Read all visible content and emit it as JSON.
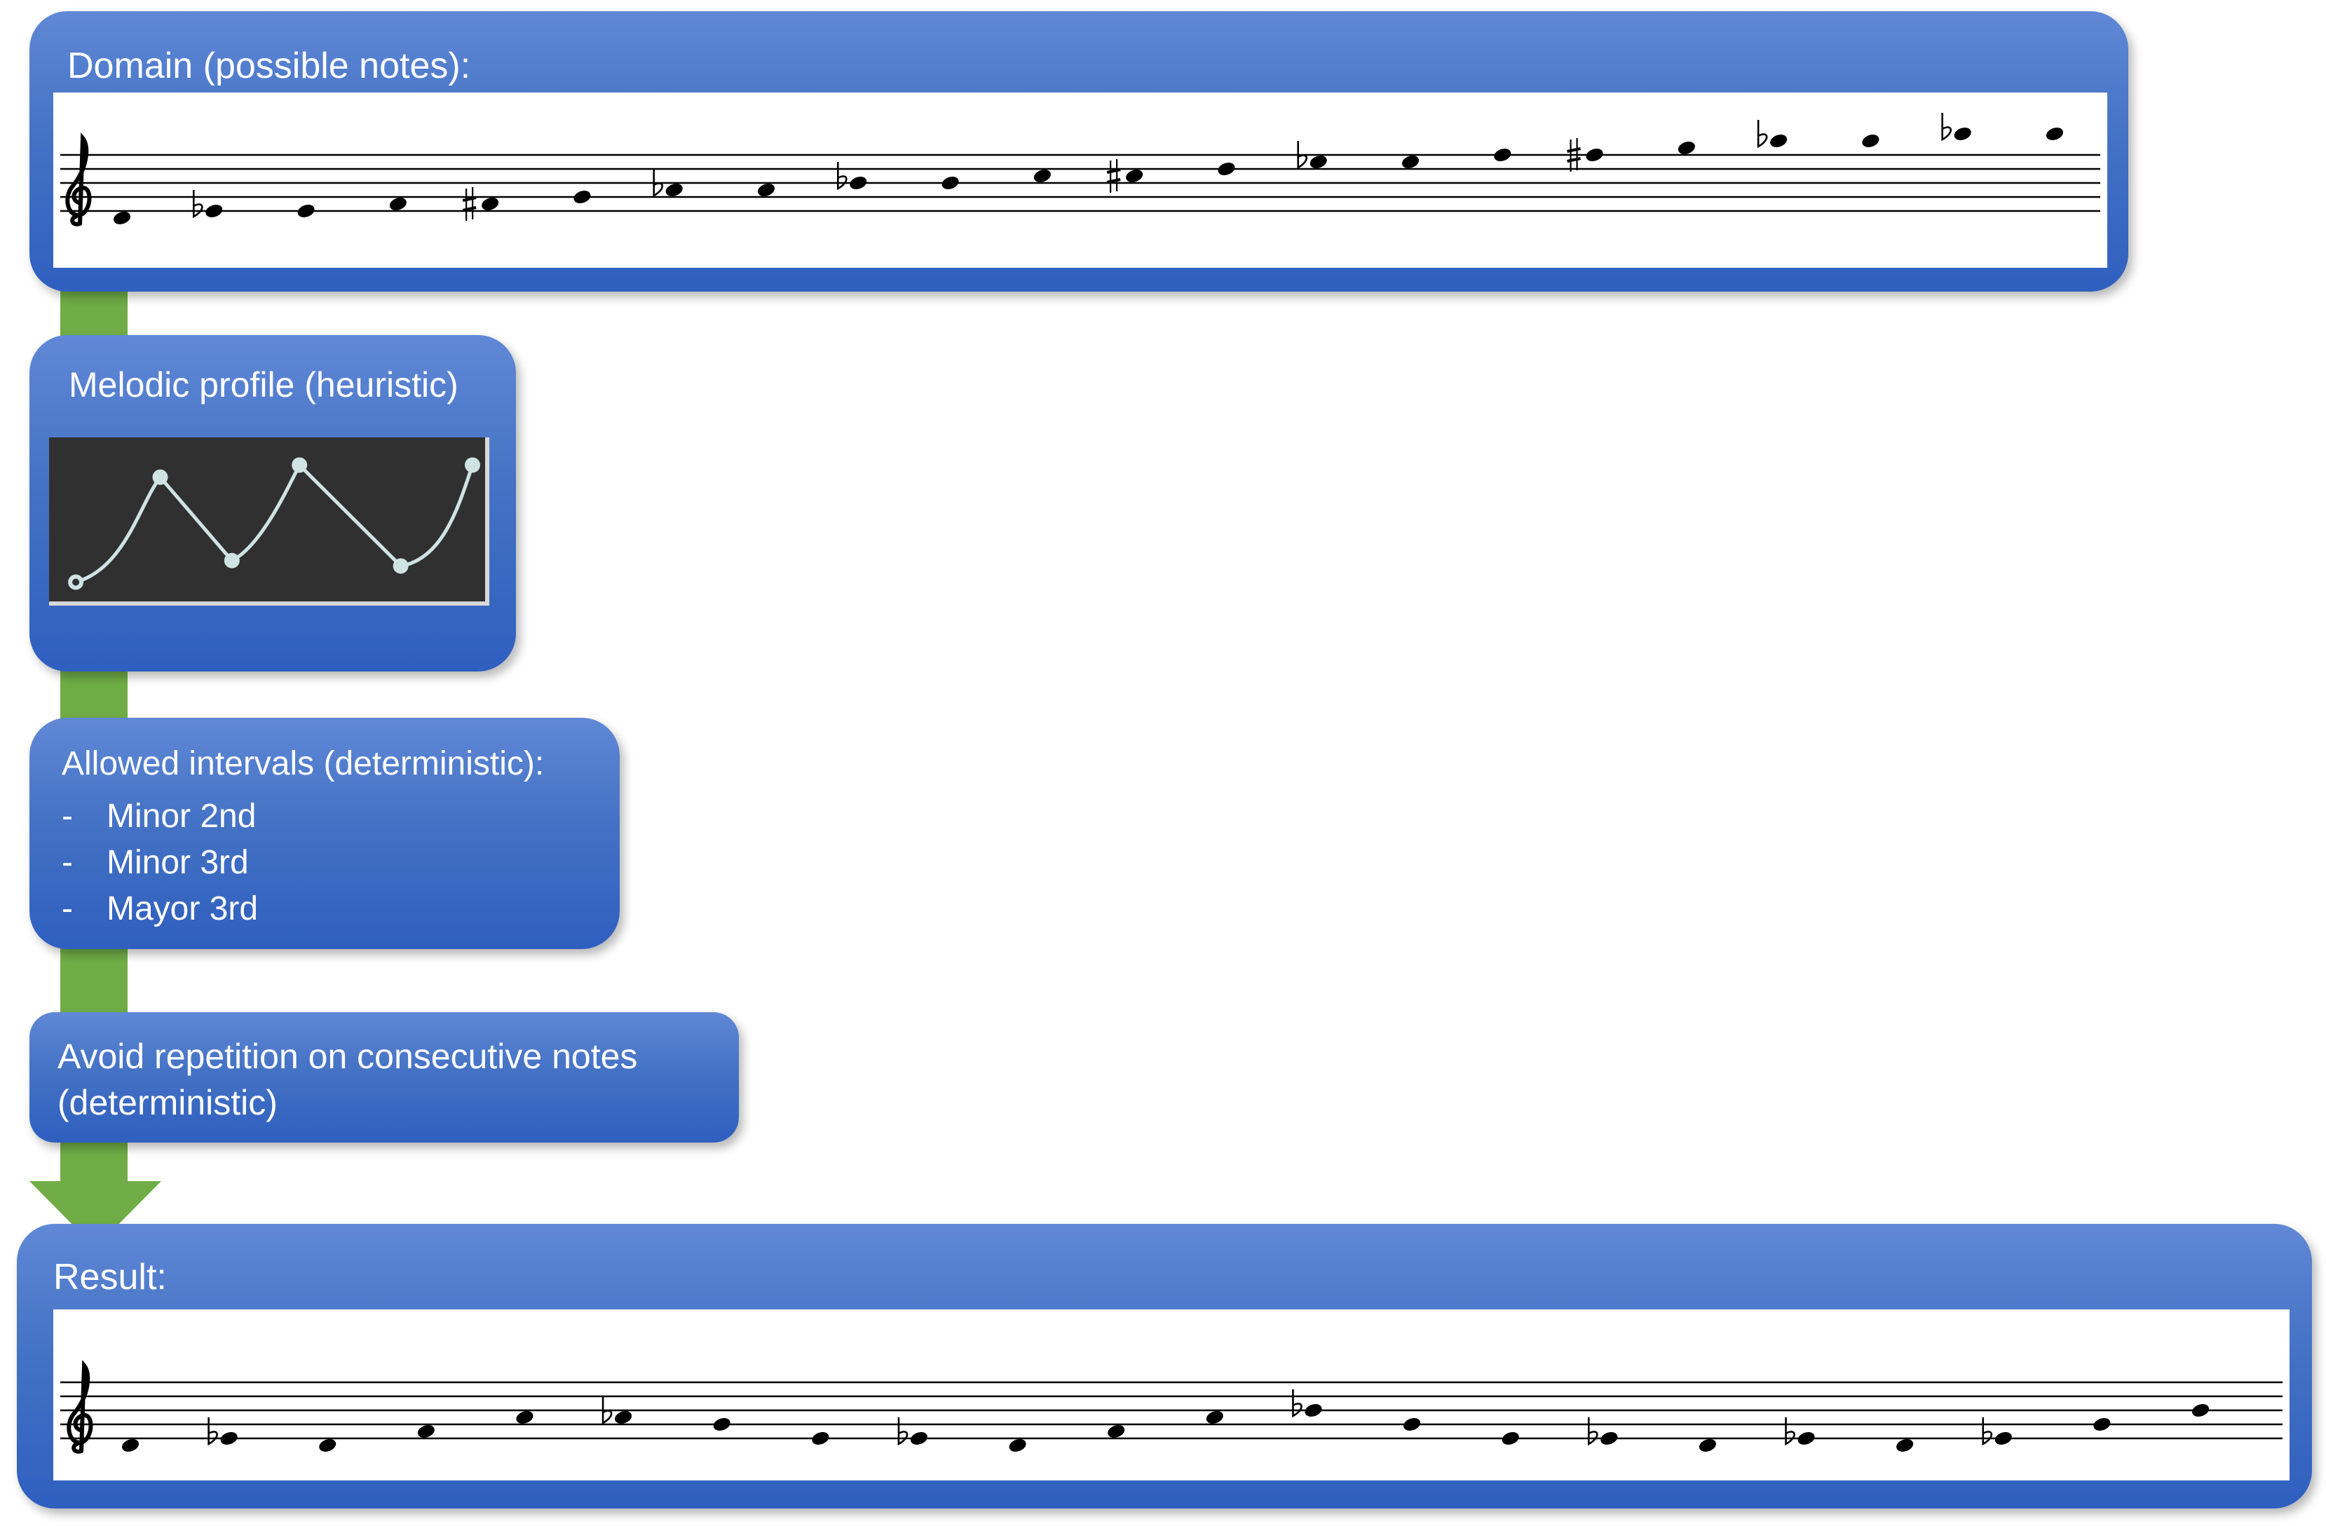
{
  "domain_box": {
    "title": "Domain (possible notes):",
    "notes": [
      {
        "step": -1,
        "acc": ""
      },
      {
        "step": 0,
        "acc": "flat"
      },
      {
        "step": 0,
        "acc": ""
      },
      {
        "step": 1,
        "acc": ""
      },
      {
        "step": 1,
        "acc": "sharp"
      },
      {
        "step": 2,
        "acc": ""
      },
      {
        "step": 3,
        "acc": "flat"
      },
      {
        "step": 3,
        "acc": ""
      },
      {
        "step": 4,
        "acc": "flat"
      },
      {
        "step": 4,
        "acc": ""
      },
      {
        "step": 5,
        "acc": ""
      },
      {
        "step": 5,
        "acc": "sharp"
      },
      {
        "step": 6,
        "acc": ""
      },
      {
        "step": 7,
        "acc": "flat"
      },
      {
        "step": 7,
        "acc": ""
      },
      {
        "step": 8,
        "acc": ""
      },
      {
        "step": 8,
        "acc": "sharp"
      },
      {
        "step": 9,
        "acc": ""
      },
      {
        "step": 10,
        "acc": "flat"
      },
      {
        "step": 10,
        "acc": ""
      },
      {
        "step": 11,
        "acc": "flat"
      },
      {
        "step": 11,
        "acc": ""
      }
    ]
  },
  "profile_box": {
    "title": "Melodic profile (heuristic)",
    "profile_points": [
      0.06,
      0.84,
      0.22,
      0.93,
      0.18,
      0.93
    ]
  },
  "intervals_box": {
    "title": "Allowed intervals (deterministic):",
    "items": [
      {
        "dash": "-",
        "label": "Minor 2nd"
      },
      {
        "dash": "-",
        "label": "Minor 3rd"
      },
      {
        "dash": "-",
        "label": "Mayor 3rd"
      }
    ]
  },
  "repetition_box": {
    "line1": "Avoid repetition on consecutive notes",
    "line2": "(deterministic)"
  },
  "result_box": {
    "title": "Result:",
    "notes": [
      {
        "step": -1,
        "acc": ""
      },
      {
        "step": 0,
        "acc": "flat"
      },
      {
        "step": -1,
        "acc": ""
      },
      {
        "step": 1,
        "acc": ""
      },
      {
        "step": 3,
        "acc": ""
      },
      {
        "step": 3,
        "acc": "flat"
      },
      {
        "step": 2,
        "acc": ""
      },
      {
        "step": 0,
        "acc": ""
      },
      {
        "step": 0,
        "acc": "flat"
      },
      {
        "step": -1,
        "acc": ""
      },
      {
        "step": 1,
        "acc": ""
      },
      {
        "step": 3,
        "acc": ""
      },
      {
        "step": 4,
        "acc": "flat"
      },
      {
        "step": 2,
        "acc": ""
      },
      {
        "step": 0,
        "acc": ""
      },
      {
        "step": 0,
        "acc": "flat"
      },
      {
        "step": -1,
        "acc": ""
      },
      {
        "step": 0,
        "acc": "flat"
      },
      {
        "step": -1,
        "acc": ""
      },
      {
        "step": 0,
        "acc": "flat"
      },
      {
        "step": 2,
        "acc": ""
      },
      {
        "step": 4,
        "acc": ""
      }
    ]
  },
  "colors": {
    "box_blue": "#4472c4",
    "flow_green": "#70ad47",
    "profile_bg": "#303030",
    "profile_line": "#cfe3e3"
  }
}
